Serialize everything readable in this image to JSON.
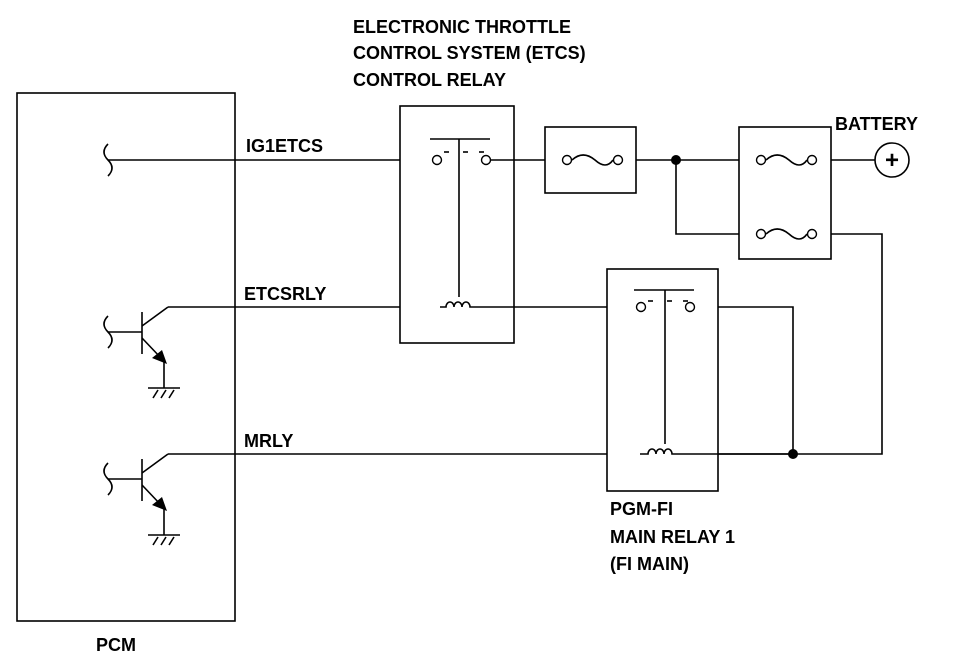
{
  "etcs_relay": {
    "title_line1": "ELECTRONIC THROTTLE",
    "title_line2": "CONTROL SYSTEM (ETCS)",
    "title_line3": "CONTROL RELAY"
  },
  "battery": {
    "label": "BATTERY",
    "symbol": "+"
  },
  "signals": {
    "ig1etcs": "IG1ETCS",
    "etcsrly": "ETCSRLY",
    "mrly": "MRLY"
  },
  "main_relay": {
    "line1": "PGM-FI",
    "line2": "MAIN RELAY 1",
    "line3": "(FI MAIN)"
  },
  "pcm": {
    "label": "PCM"
  }
}
